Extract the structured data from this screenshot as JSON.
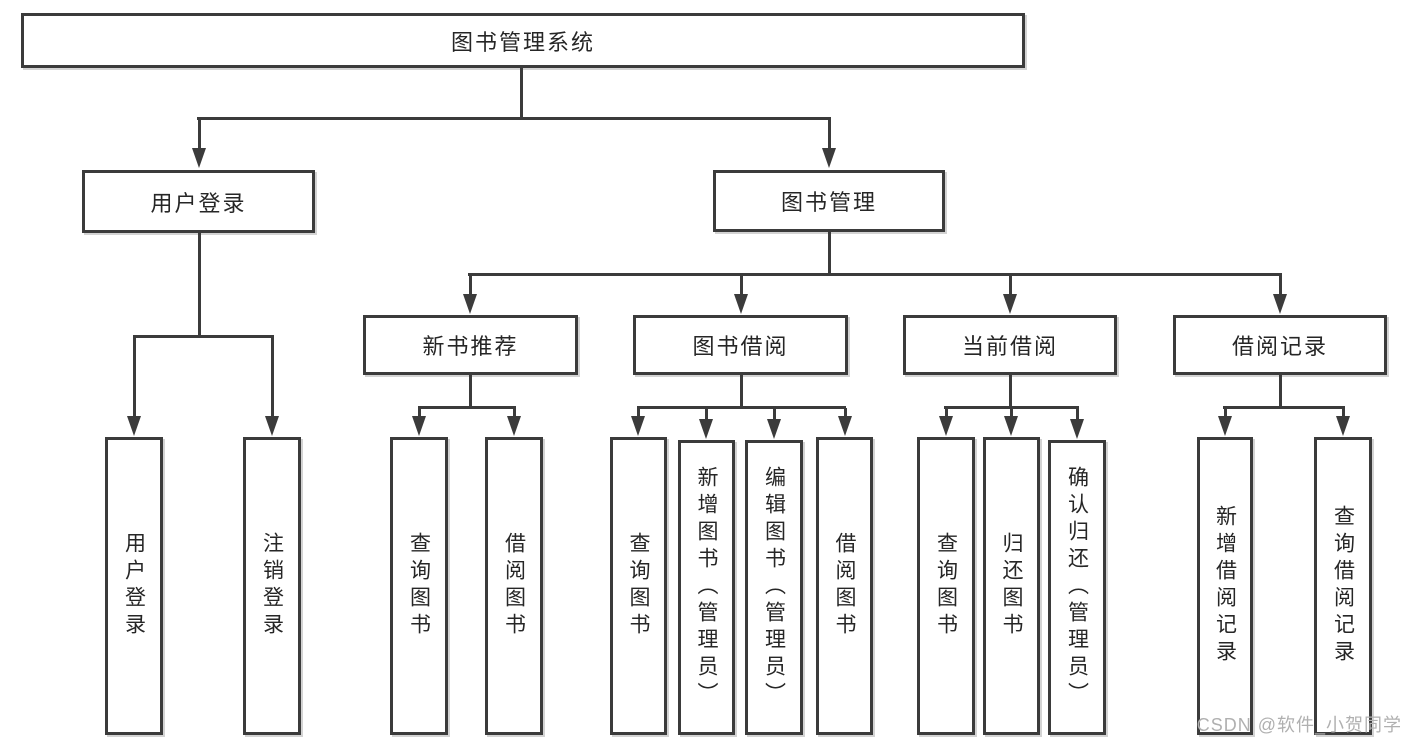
{
  "tree": {
    "root": {
      "label": "图书管理系统"
    },
    "user_login": {
      "label": "用户登录",
      "children": [
        {
          "label": "用户登录"
        },
        {
          "label": "注销登录"
        }
      ]
    },
    "book_mgmt": {
      "label": "图书管理",
      "sections": [
        {
          "label": "新书推荐",
          "children": [
            {
              "label": "查询图书"
            },
            {
              "label": "借阅图书"
            }
          ]
        },
        {
          "label": "图书借阅",
          "children": [
            {
              "label": "查询图书"
            },
            {
              "label": "新增图书（管理员）"
            },
            {
              "label": "编辑图书（管理员）"
            },
            {
              "label": "借阅图书"
            }
          ]
        },
        {
          "label": "当前借阅",
          "children": [
            {
              "label": "查询图书"
            },
            {
              "label": "归还图书"
            },
            {
              "label": "确认归还（管理员）"
            }
          ]
        },
        {
          "label": "借阅记录",
          "children": [
            {
              "label": "新增借阅记录"
            },
            {
              "label": "查询借阅记录"
            }
          ]
        }
      ]
    }
  },
  "watermark": {
    "text": "CSDN @软件_小贺同学"
  },
  "colors": {
    "line": "#3b3b3b",
    "text": "#262626",
    "watermark": "#b0b0b0",
    "bg": "#ffffff"
  }
}
